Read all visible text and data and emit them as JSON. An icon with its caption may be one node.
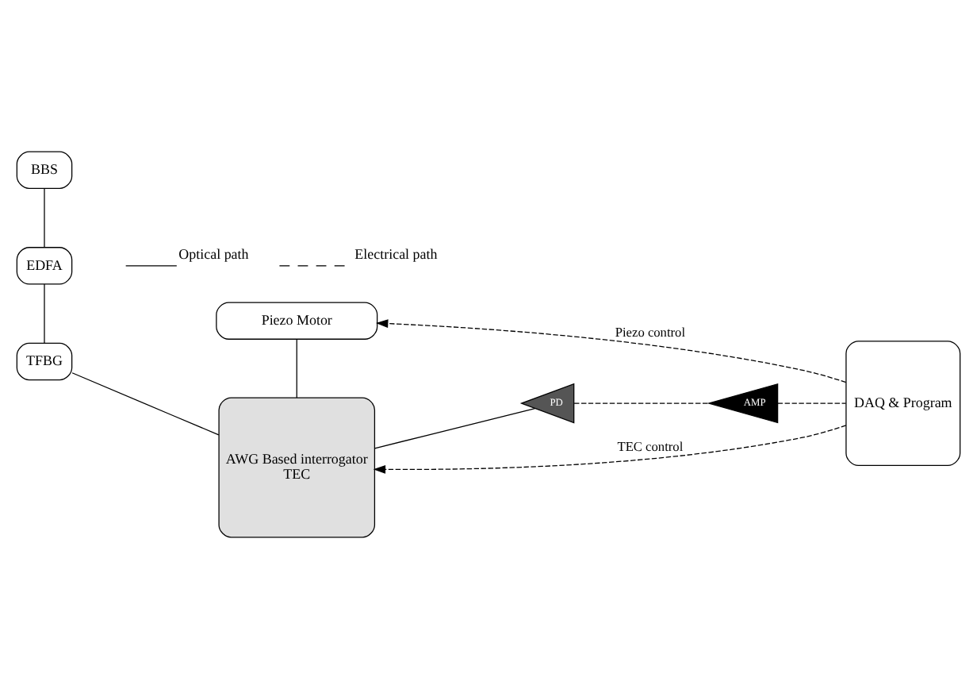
{
  "diagram": {
    "nodes": [
      {
        "text": [
          "BBS"
        ]
      },
      {
        "text": [
          "EDFA"
        ]
      },
      {
        "text": [
          "TFBG"
        ]
      },
      {
        "text": [
          "Piezo Motor"
        ]
      },
      {
        "text": [
          "AWG Based interrogator",
          "TEC"
        ]
      },
      {
        "text": [
          "PD"
        ]
      },
      {
        "text": [
          "AMP"
        ]
      },
      {
        "text": [
          "DAQ & Program"
        ]
      }
    ],
    "edges": [
      {
        "from": 0,
        "to": 1,
        "arrow": "none"
      },
      {
        "from": 1,
        "to": 2,
        "arrow": "none"
      },
      {
        "from": 2,
        "to": 4,
        "arrow": "none"
      },
      {
        "from": 3,
        "to": 4,
        "arrow": "none"
      },
      {
        "from": 4,
        "to": 5,
        "arrow": "none"
      },
      {
        "from": 5,
        "to": 6,
        "arrow": "none",
        "style": "dashed"
      },
      {
        "from": 6,
        "to": 7,
        "arrow": "none",
        "style": "dashed"
      },
      {
        "from": 7,
        "to": 3,
        "arrow": "to",
        "style": "dashed",
        "label": "Piezo control"
      },
      {
        "from": 7,
        "to": 4,
        "arrow": "to",
        "style": "dashed",
        "label": "TEC control"
      }
    ],
    "legend": [
      {
        "text": "Optical path"
      },
      {
        "text": "Electrical path"
      }
    ]
  }
}
